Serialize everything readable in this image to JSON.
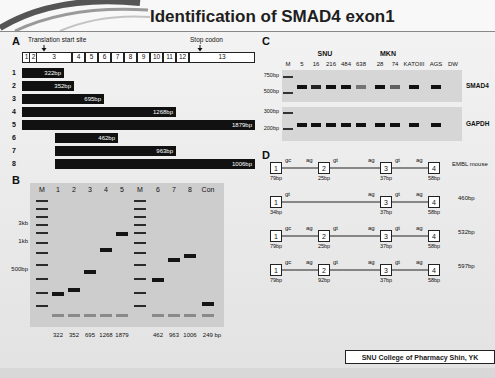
{
  "diagram": {
    "title": "Identification of SMAD4 exon1",
    "nodes": [
      {
        "text": [
          "1"
        ]
      },
      {
        "text": [
          "2"
        ]
      },
      {
        "text": [
          "3"
        ]
      },
      {
        "text": [
          "4"
        ]
      },
      {
        "text": [
          "5"
        ]
      },
      {
        "text": [
          "6"
        ]
      },
      {
        "text": [
          "7"
        ]
      },
      {
        "text": [
          "8"
        ]
      },
      {
        "text": [
          "9"
        ]
      },
      {
        "text": [
          "10"
        ]
      },
      {
        "text": [
          "11"
        ]
      },
      {
        "text": [
          "12"
        ]
      },
      {
        "text": [
          "13"
        ]
      },
      {
        "text": [
          "1",
          "322bp"
        ]
      },
      {
        "text": [
          "2",
          "352bp"
        ]
      },
      {
        "text": [
          "3",
          "695bp"
        ]
      },
      {
        "text": [
          "4",
          "1268bp"
        ]
      },
      {
        "text": [
          "5",
          "1879bp"
        ]
      },
      {
        "text": [
          "6",
          "462bp"
        ]
      },
      {
        "text": [
          "7",
          "963bp"
        ]
      },
      {
        "text": [
          "8",
          "1006bp"
        ]
      },
      {
        "text": [
          "1",
          "79bp"
        ]
      },
      {
        "text": [
          "2",
          "25bp"
        ]
      },
      {
        "text": [
          "3",
          "37bp"
        ]
      },
      {
        "text": [
          "4",
          "58bp"
        ]
      },
      {
        "text": [
          "1",
          "34bp"
        ]
      },
      {
        "text": [
          "3",
          "37bp"
        ]
      },
      {
        "text": [
          "4",
          "58bp"
        ]
      },
      {
        "text": [
          "1",
          "79bp"
        ]
      },
      {
        "text": [
          "2",
          "25bp"
        ]
      },
      {
        "text": [
          "3",
          "37bp"
        ]
      },
      {
        "text": [
          "4",
          "58bp"
        ]
      },
      {
        "text": [
          "1",
          "79bp"
        ]
      },
      {
        "text": [
          "2",
          "92bp"
        ]
      },
      {
        "text": [
          "3",
          "37bp"
        ]
      },
      {
        "text": [
          "4",
          "58bp"
        ]
      },
      {
        "text": [
          "SNU College of Pharmacy Shin, YK"
        ]
      }
    ],
    "edges": [
      {
        "from": 21,
        "to": 22,
        "arrow": "none"
      },
      {
        "from": 22,
        "to": 23,
        "arrow": "none"
      },
      {
        "from": 23,
        "to": 24,
        "arrow": "none"
      },
      {
        "from": 25,
        "to": 26,
        "arrow": "none"
      },
      {
        "from": 26,
        "to": 27,
        "arrow": "none"
      },
      {
        "from": 28,
        "to": 29,
        "arrow": "none"
      },
      {
        "from": 29,
        "to": 30,
        "arrow": "none"
      },
      {
        "from": 30,
        "to": 31,
        "arrow": "none"
      },
      {
        "from": 32,
        "to": 33,
        "arrow": "none"
      },
      {
        "from": 33,
        "to": 34,
        "arrow": "none"
      },
      {
        "from": 34,
        "to": 35,
        "arrow": "none"
      }
    ],
    "labels": [
      "A",
      "B",
      "C",
      "D",
      "Translation start site",
      "Stop codon",
      "M",
      "1",
      "2",
      "3",
      "4",
      "5",
      "M",
      "6",
      "7",
      "8",
      "Con",
      "3kb",
      "1kb",
      "500bp",
      "322",
      "352",
      "695",
      "1268",
      "1879",
      "462",
      "963",
      "1006",
      "249 bp",
      "SNU",
      "MKN",
      "M",
      "5",
      "16",
      "216",
      "484",
      "638",
      "28",
      "74",
      "KATOIII",
      "AGS",
      "DW",
      "SMAD4",
      "GAPDH",
      "750bp",
      "500bp",
      "300bp",
      "200bp",
      "EMBL mouse",
      "460bp",
      "532bp",
      "597bp",
      "gc",
      "ag",
      "gt",
      "ag",
      "gt",
      "ag",
      "gt",
      "ag",
      "gt",
      "ag",
      "gc",
      "ag",
      "gt",
      "ag",
      "gt",
      "ag",
      "gc",
      "ag",
      "gt",
      "ag",
      "gt",
      "ag"
    ]
  }
}
